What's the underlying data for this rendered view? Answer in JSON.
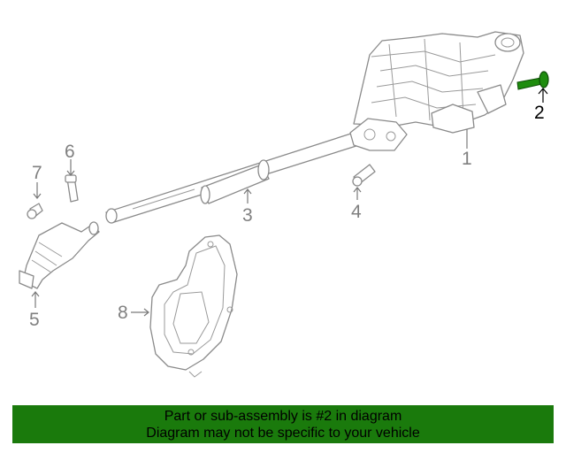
{
  "diagram": {
    "highlight_color": "#1e8c0e",
    "callouts": [
      {
        "id": "1",
        "label": "1",
        "highlighted": false
      },
      {
        "id": "2",
        "label": "2",
        "highlighted": true
      },
      {
        "id": "3",
        "label": "3",
        "highlighted": false
      },
      {
        "id": "4",
        "label": "4",
        "highlighted": false
      },
      {
        "id": "5",
        "label": "5",
        "highlighted": false
      },
      {
        "id": "6",
        "label": "6",
        "highlighted": false
      },
      {
        "id": "7",
        "label": "7",
        "highlighted": false
      },
      {
        "id": "8",
        "label": "8",
        "highlighted": false
      }
    ]
  },
  "banner": {
    "background": "#1a7a0c",
    "line1": "Part or sub-assembly is #2 in diagram",
    "line2": "Diagram may not be specific to your vehicle"
  }
}
